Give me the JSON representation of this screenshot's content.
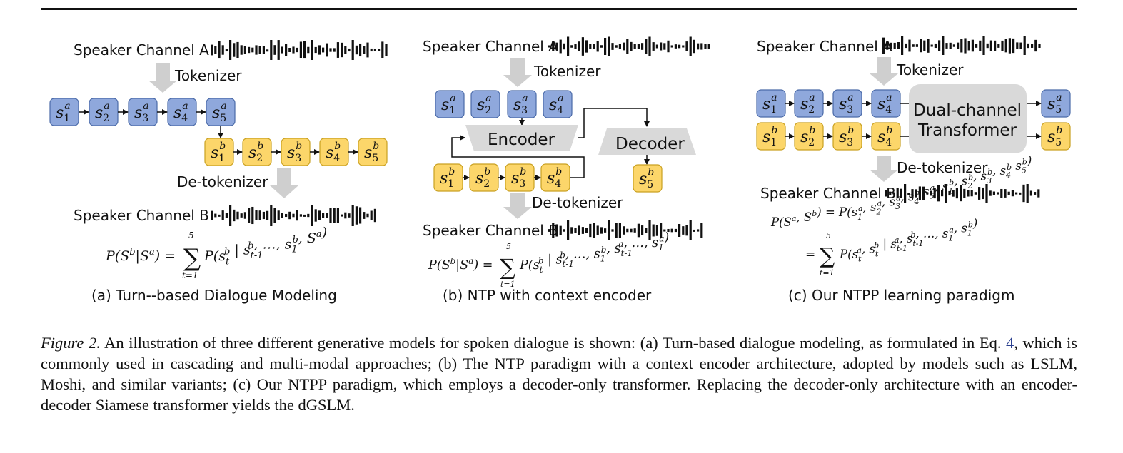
{
  "colors": {
    "token_a": "#8fa8dc",
    "token_b": "#fcd66a",
    "module_gray": "#d9d9d9",
    "arrow_gray": "#cfcfcf"
  },
  "labels": {
    "speaker_a": "Speaker Channel A",
    "speaker_b": "Speaker Channel B",
    "tokenizer": "Tokenizer",
    "detokenizer": "De-tokenizer",
    "encoder": "Encoder",
    "decoder": "Decoder",
    "dual_channel_line1": "Dual-channel",
    "dual_channel_line2": "Transformer"
  },
  "tokens": {
    "a": {
      "s": "s",
      "sup": "a",
      "subs": [
        "1",
        "2",
        "3",
        "4",
        "5"
      ]
    },
    "b": {
      "s": "s",
      "sup": "b",
      "subs": [
        "1",
        "2",
        "3",
        "4",
        "5"
      ]
    }
  },
  "panels": [
    {
      "caption": "(a) Turn--based Dialogue Modeling",
      "formula": {
        "lhs": "P(S",
        "lhs_sup": "b",
        "mid": "|S",
        "mid_sup": "a",
        "eq": ") =",
        "sum": "∑",
        "upper": "5",
        "lower": "t=1",
        "rhs": "P(s_t^b | s_{t-1}^b, …, s_1^b, S^a)"
      }
    },
    {
      "caption": "(b) NTP with context encoder",
      "formula": {
        "lhs": "P(S",
        "lhs_sup": "b",
        "mid": "|S",
        "mid_sup": "a",
        "eq": ") =",
        "sum": "∑",
        "upper": "5",
        "lower": "t=1",
        "rhs": "P(s_t^b | s_{t-1}^b, …, s_1^b, s_{t-1}^a, …, s_1^a)"
      }
    },
    {
      "caption": "(c) Our NTPP learning paradigm",
      "formula_line1": "P(S^a, S^b) = P(s_1^a, s_2^a, s_3^a, s_4^a s_5^a, s_1^b, s_2^b, s_3^b, s_4^b s_5^b)",
      "formula_line2": {
        "eq": "=",
        "sum": "∑",
        "upper": "5",
        "lower": "t=1",
        "rhs": "P(s_t^a, s_t^b | s_{t-1}^a, s_{t-1}^b, …, s_1^a, s_1^b)"
      }
    }
  ],
  "figure_caption": {
    "label": "Figure 2.",
    "before_ref": " An illustration of three different generative models for spoken dialogue is shown: (a) Turn-based dialogue modeling, as formulated in Eq. ",
    "ref": "4",
    "after_ref": ", which is commonly used in cascading and multi-modal approaches; (b) The NTP paradigm with a context encoder architecture, adopted by models such as LSLM, Moshi, and similar variants; (c) Our NTPP paradigm, which employs a decoder-only transformer. Replacing the decoder-only architecture with an encoder-decoder Siamese transformer yields the dGSLM."
  }
}
